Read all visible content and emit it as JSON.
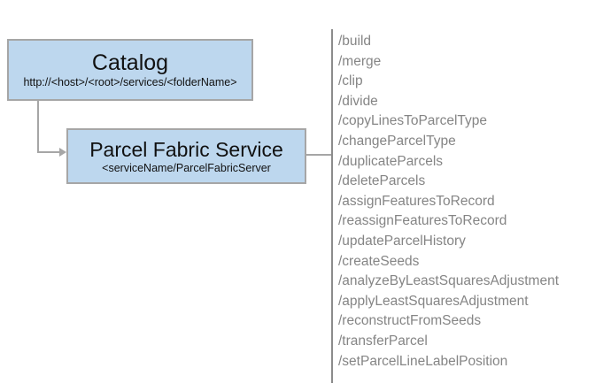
{
  "diagram": {
    "catalog": {
      "title": "Catalog",
      "subtitle": "http://<host>/<root>/services/<folderName>"
    },
    "service": {
      "title": "Parcel Fabric Service",
      "subtitle": "<serviceName/ParcelFabricServer"
    },
    "endpoints": [
      "/build",
      "/merge",
      "/clip",
      "/divide",
      "/copyLinesToParcelType",
      "/changeParcelType",
      "/duplicateParcels",
      "/deleteParcels",
      "/assignFeaturesToRecord",
      "/reassignFeaturesToRecord",
      "/updateParcelHistory",
      "/createSeeds",
      "/analyzeByLeastSquaresAdjustment",
      "/applyLeastSquaresAdjustment",
      "/reconstructFromSeeds",
      "/transferParcel",
      "/setParcelLineLabelPosition"
    ],
    "colors": {
      "box_fill": "#bdd7ee",
      "box_border": "#a6a6a6",
      "connector": "#a6a6a6",
      "divider": "#8c8c8c",
      "endpoint_text": "#858585",
      "title_text": "#111111"
    }
  }
}
